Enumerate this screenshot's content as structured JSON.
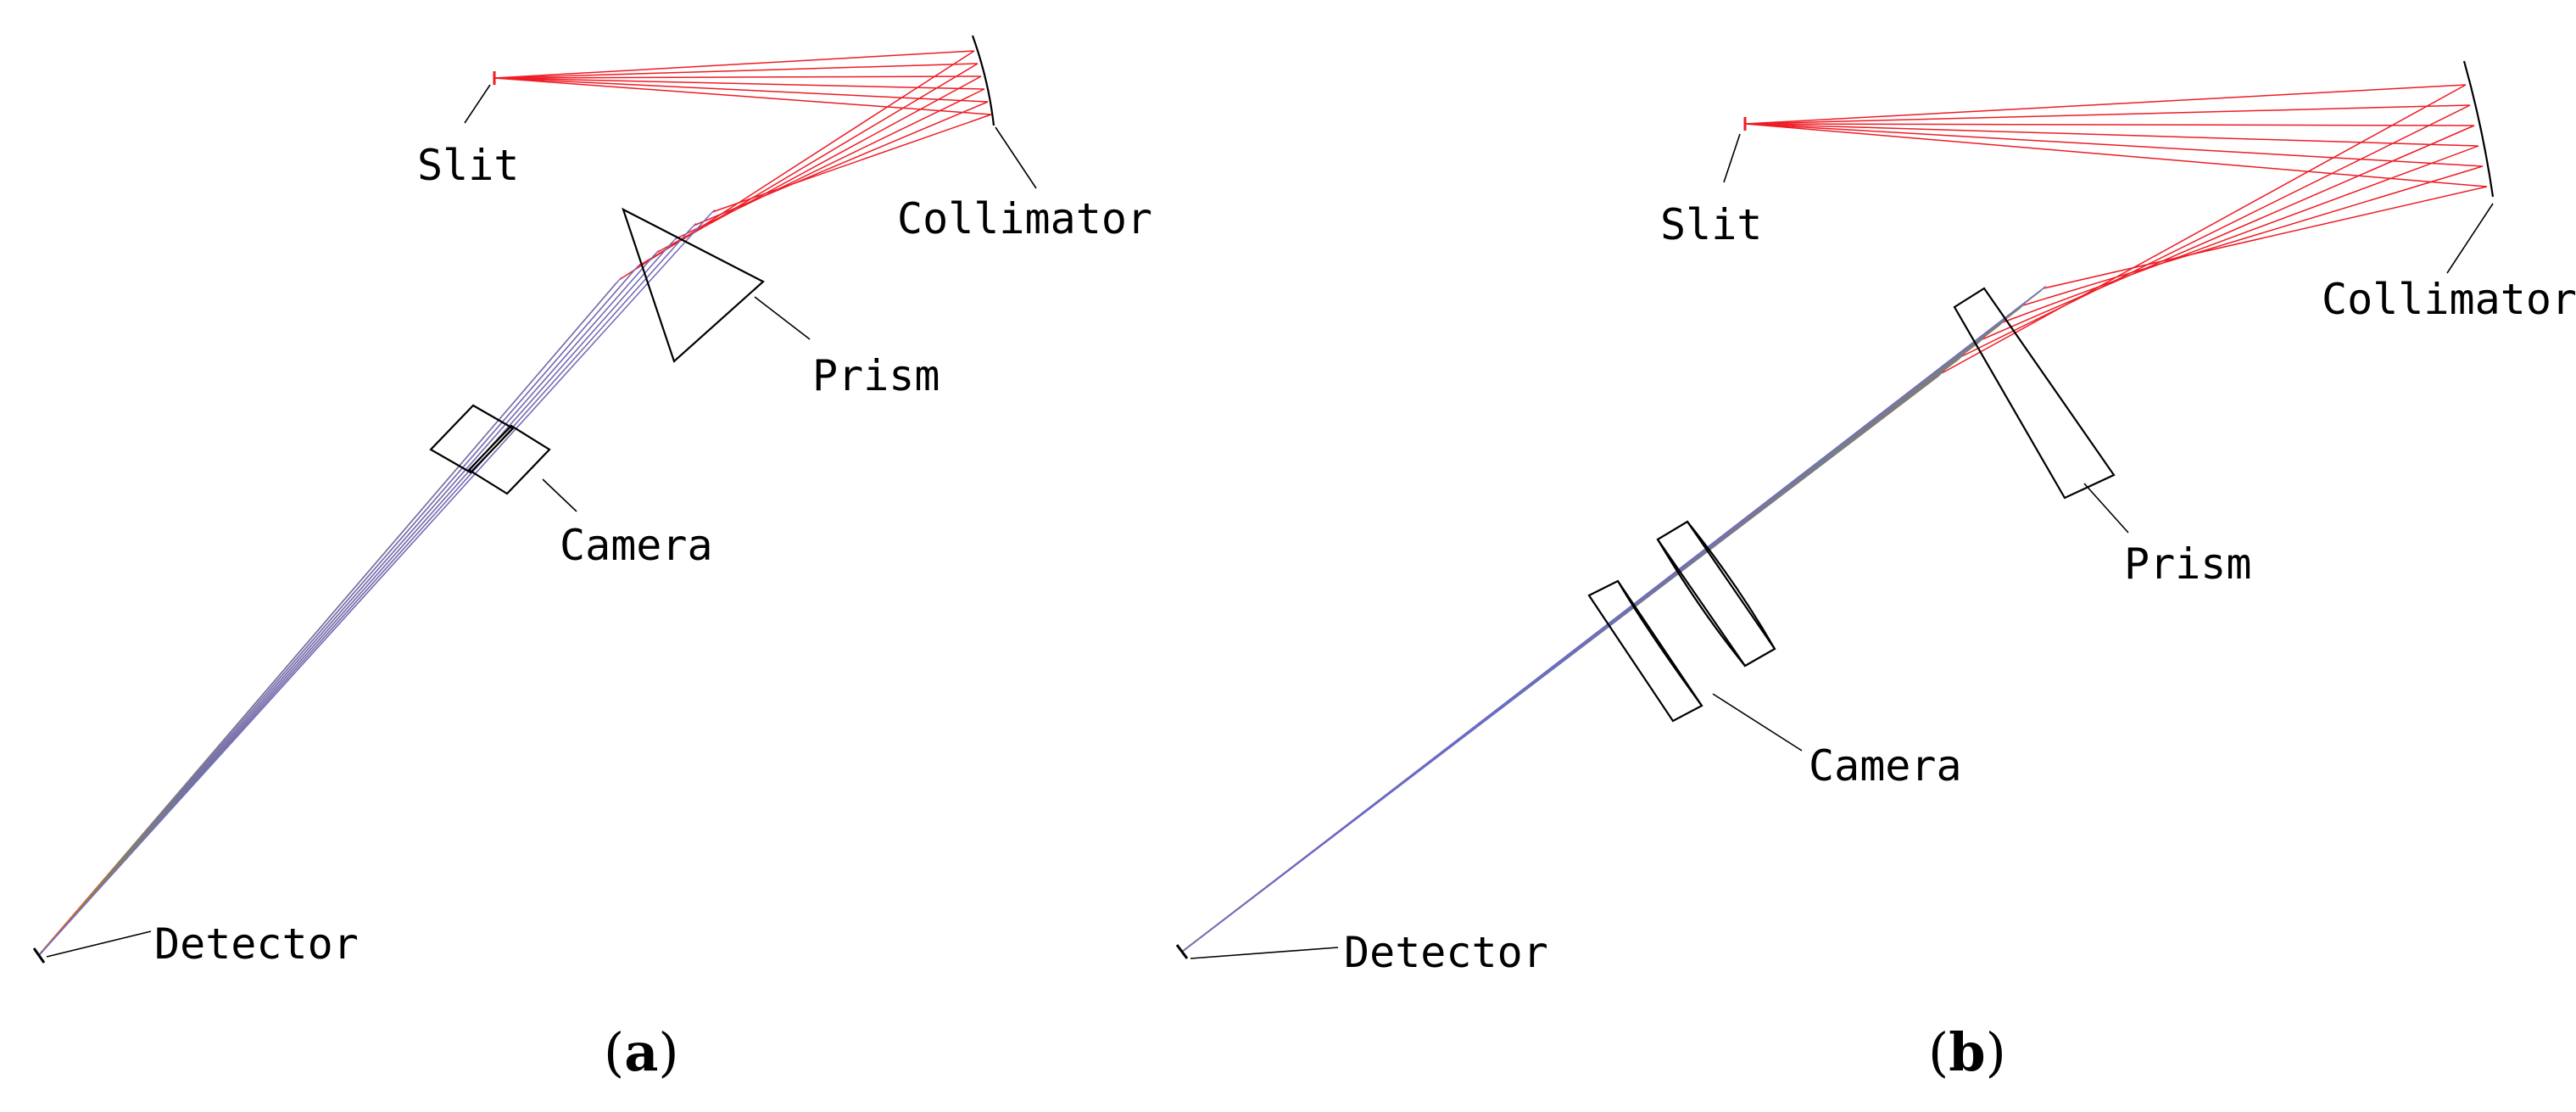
{
  "colors": {
    "background": "#ffffff",
    "outline": "#000000",
    "ray_primary": "#ee1c25",
    "ray_spectrum": [
      "#ee1c25",
      "#f5a623",
      "#2fa84f",
      "#2a7fd4",
      "#20b8c8",
      "#8a4fd8"
    ]
  },
  "panels": [
    {
      "labels": {
        "slit": "Slit",
        "collimator": "Collimator",
        "prism": "Prism",
        "camera": "Camera",
        "detector": "Detector"
      },
      "caption": {
        "open": "(",
        "letter": "a",
        "close": ")"
      }
    },
    {
      "labels": {
        "slit": "Slit",
        "collimator": "Collimator",
        "prism": "Prism",
        "camera": "Camera",
        "detector": "Detector"
      },
      "caption": {
        "open": "(",
        "letter": "b",
        "close": ")"
      }
    }
  ]
}
